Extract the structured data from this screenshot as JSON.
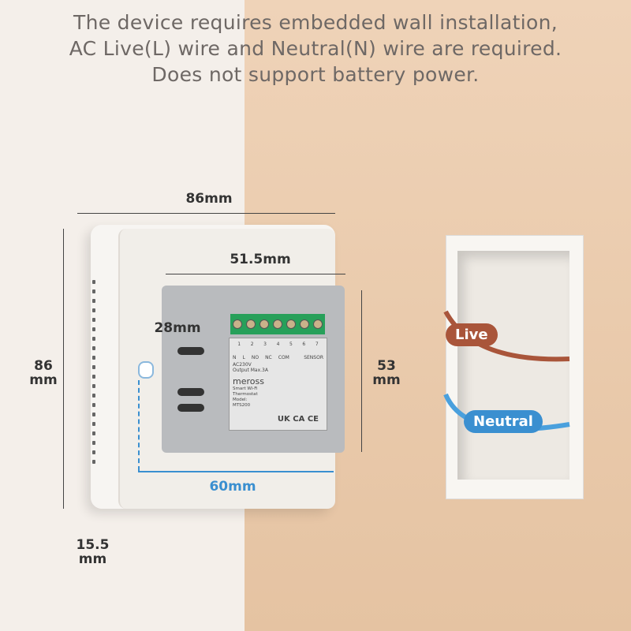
{
  "headline": [
    "The device requires embedded wall installation,",
    "AC Live(L) wire and Neutral(N) wire are required.",
    "Does not support battery power."
  ],
  "dimensions": {
    "width_outer": "86mm",
    "width_module": "51.5mm",
    "depth_module": "28mm",
    "height_outer": "86\nmm",
    "height_module": "53\nmm",
    "hole_spacing": "60mm",
    "depth_plate": "15.5\nmm"
  },
  "wires": {
    "live": "Live",
    "neutral": "Neutral",
    "live_color": "#a9553a",
    "neutral_color": "#3a8fd0"
  },
  "device": {
    "brand": "meross",
    "terminals": [
      "1",
      "2",
      "3",
      "4",
      "5",
      "6",
      "7"
    ],
    "terminal_labels": [
      "N",
      "L",
      "NO",
      "NC",
      "COM"
    ],
    "rating": "AC230V\nOutput Max.3A",
    "sensor": "SENSOR",
    "product": "Smart Wi-Fi\nThermostat\nModel:\nMTS200",
    "marks": "UK CA CE"
  }
}
